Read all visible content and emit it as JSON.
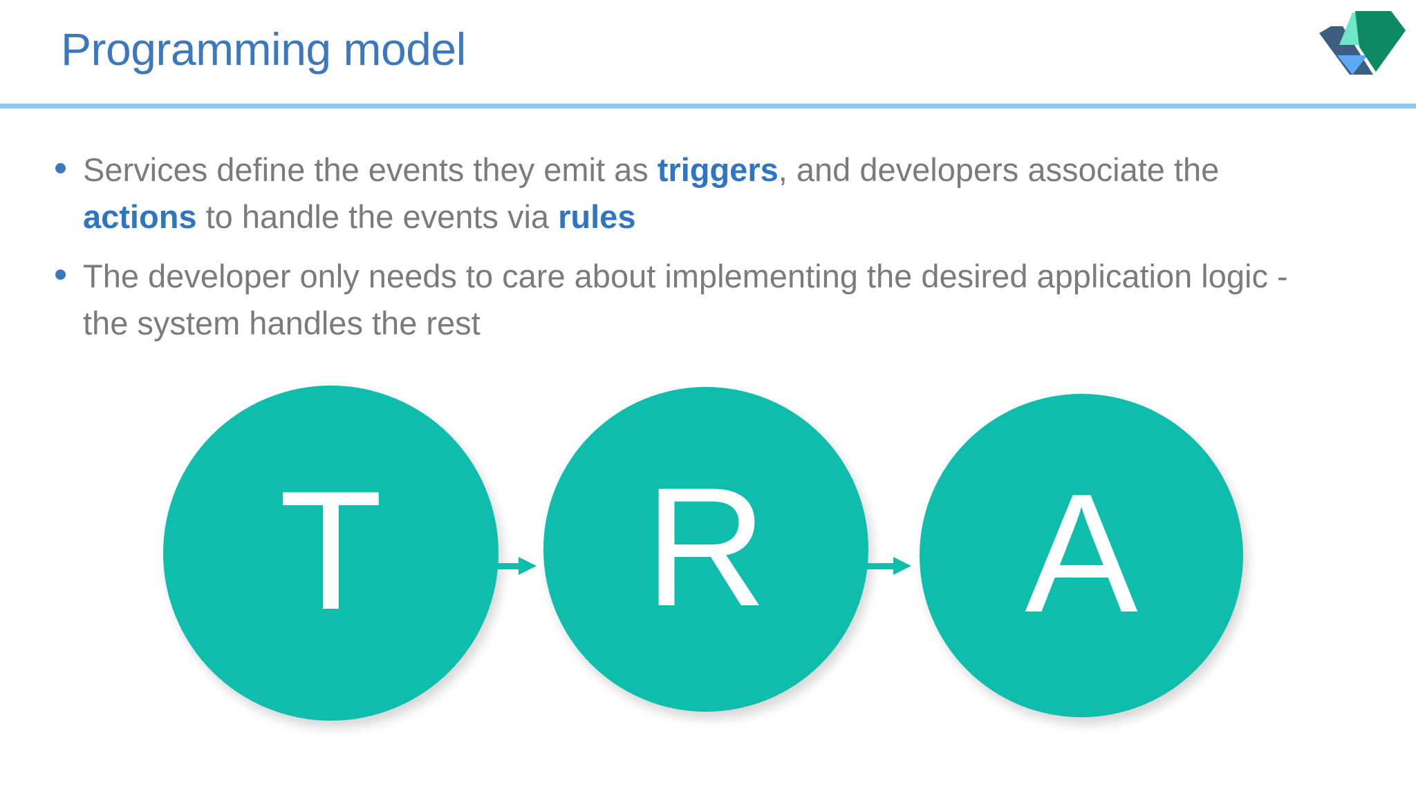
{
  "slide": {
    "title": "Programming model",
    "title_color": "#3C78BE",
    "rule_color": "#8EC8F2",
    "background": "#FFFFFF"
  },
  "logo": {
    "name": "openwhisk-logo",
    "shapes": [
      {
        "name": "dark-blue-parallelogram",
        "color": "#3B5E81"
      },
      {
        "name": "light-blue-triangle",
        "color": "#5FA8F5"
      },
      {
        "name": "mint-triangle",
        "color": "#6FE6C6"
      },
      {
        "name": "dark-green-parallelogram",
        "color": "#0C8A63"
      }
    ]
  },
  "body": {
    "bullet_color": "#3C78BE",
    "text_color": "#7B7B7B",
    "keyword_color": "#2E75C4",
    "bullets": [
      {
        "id": "bullet-1",
        "segments": [
          {
            "text": "Services define the events they emit as ",
            "bold": false
          },
          {
            "text": "triggers",
            "bold": true
          },
          {
            "text": ", and developers associate the ",
            "bold": false
          },
          {
            "text": "actions",
            "bold": true
          },
          {
            "text": " to handle the events via ",
            "bold": false
          },
          {
            "text": "rules",
            "bold": true
          }
        ],
        "plain": "Services define the events they emit as triggers, and developers associate the actions to handle the events via rules"
      },
      {
        "id": "bullet-2",
        "segments": [
          {
            "text": "The developer only needs to care about implementing the desired application logic - the system handles the rest",
            "bold": false
          }
        ],
        "plain": "The developer only needs to care about implementing the desired application logic - the system handles the rest"
      }
    ]
  },
  "diagram": {
    "type": "flow",
    "node_color": "#0EBDAB",
    "letter_color": "#FFFFFF",
    "arrow_color": "#0EBDAB",
    "nodes": [
      {
        "id": "node-trigger",
        "letter": "T",
        "meaning": "trigger"
      },
      {
        "id": "node-rule",
        "letter": "R",
        "meaning": "rule"
      },
      {
        "id": "node-action",
        "letter": "A",
        "meaning": "action"
      }
    ],
    "arrows": [
      {
        "id": "arrow-t-to-r",
        "from": "T",
        "to": "R"
      },
      {
        "id": "arrow-r-to-a",
        "from": "R",
        "to": "A"
      }
    ]
  }
}
